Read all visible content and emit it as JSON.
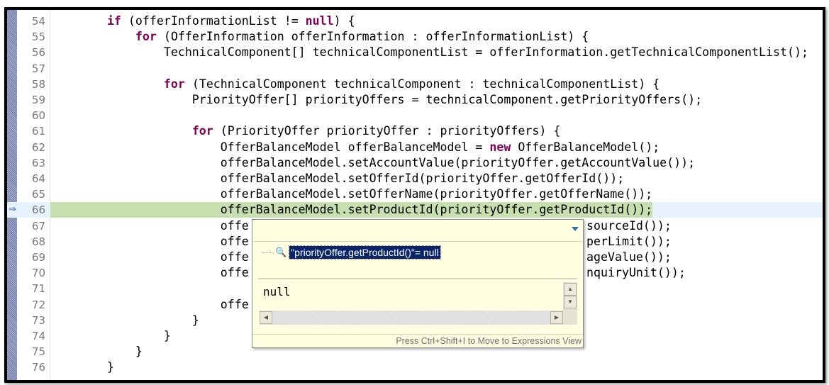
{
  "editor": {
    "keywords": [
      "if",
      "for",
      "null",
      "new"
    ],
    "current_line": 66,
    "lines": [
      {
        "n": "54",
        "text": "        if (offerInformationList != null) {"
      },
      {
        "n": "55",
        "text": "            for (OfferInformation offerInformation : offerInformationList) {"
      },
      {
        "n": "56",
        "text": "                TechnicalComponent[] technicalComponentList = offerInformation.getTechnicalComponentList();"
      },
      {
        "n": "57",
        "text": ""
      },
      {
        "n": "58",
        "text": "                for (TechnicalComponent technicalComponent : technicalComponentList) {"
      },
      {
        "n": "59",
        "text": "                    PriorityOffer[] priorityOffers = technicalComponent.getPriorityOffers();"
      },
      {
        "n": "60",
        "text": ""
      },
      {
        "n": "61",
        "text": "                    for (PriorityOffer priorityOffer : priorityOffers) {"
      },
      {
        "n": "62",
        "text": "                        OfferBalanceModel offerBalanceModel = new OfferBalanceModel();"
      },
      {
        "n": "63",
        "text": "                        offerBalanceModel.setAccountValue(priorityOffer.getAccountValue());"
      },
      {
        "n": "64",
        "text": "                        offerBalanceModel.setOfferId(priorityOffer.getOfferId());"
      },
      {
        "n": "65",
        "text": "                        offerBalanceModel.setOfferName(priorityOffer.getOfferName());"
      },
      {
        "n": "66",
        "text": "                        offerBalanceModel.setProductId(priorityOffer.getProductId());"
      },
      {
        "n": "67",
        "text": "                        offe                                               sourceId());"
      },
      {
        "n": "68",
        "text": "                        offe                                               perLimit());"
      },
      {
        "n": "69",
        "text": "                        offe                                               ageValue());"
      },
      {
        "n": "70",
        "text": "                        offe                                               nquiryUnit());"
      },
      {
        "n": "71",
        "text": ""
      },
      {
        "n": "72",
        "text": "                        offe"
      },
      {
        "n": "73",
        "text": "                    }"
      },
      {
        "n": "74",
        "text": "                }"
      },
      {
        "n": "75",
        "text": "            }"
      },
      {
        "n": "76",
        "text": "        }"
      }
    ]
  },
  "popup": {
    "expression": "\"priorityOffer.getProductId()\"= null",
    "value": "null",
    "footer": "Press Ctrl+Shift+I to Move to Expressions View"
  }
}
